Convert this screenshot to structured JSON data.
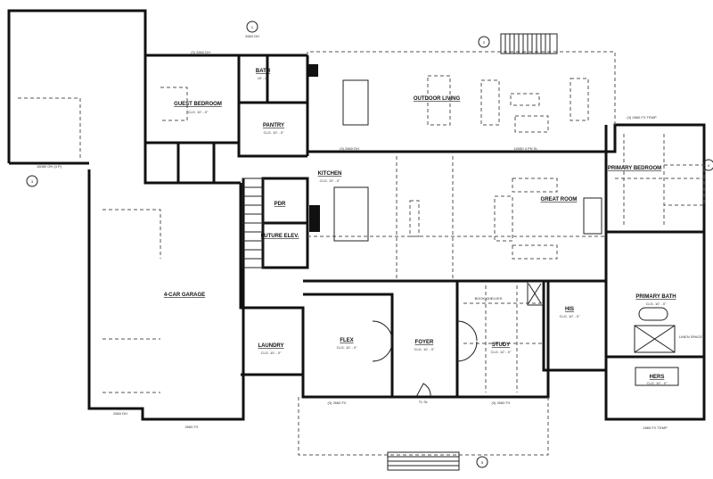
{
  "rooms": {
    "guest_bedroom": {
      "label": "GUEST BEDROOM",
      "ceiling": "CLG. 10' - 0\""
    },
    "bath": {
      "label": "BATH",
      "ceiling": "10' - 0\""
    },
    "pantry": {
      "label": "PANTRY",
      "ceiling": "CLG. 10' - 0\""
    },
    "kitchen": {
      "label": "KITCHEN",
      "ceiling": "CLG. 10' - 0\""
    },
    "outdoor_living": {
      "label": "OUTDOOR LIVING"
    },
    "great_room": {
      "label": "GREAT ROOM"
    },
    "primary_bedroom": {
      "label": "PRIMARY BEDROOM"
    },
    "powder": {
      "label": "PDR"
    },
    "future_elev": {
      "label": "FUTURE ELEV."
    },
    "garage": {
      "label": "4-CAR GARAGE"
    },
    "laundry": {
      "label": "LAUNDRY",
      "ceiling": "CLG. 10' - 0\""
    },
    "flex": {
      "label": "FLEX",
      "ceiling": "CLG. 10' - 0\""
    },
    "foyer": {
      "label": "FOYER",
      "ceiling": "CLG. 10' - 0\""
    },
    "study": {
      "label": "STUDY",
      "ceiling": "CLG. 10' - 0\""
    },
    "wic": {
      "label": "HIS",
      "ceiling": "CLG. 10' - 0\""
    },
    "primary_bath": {
      "label": "PRIMARY BATH",
      "ceiling": "CLG. 10' - 0\""
    },
    "hers": {
      "label": "HERS",
      "ceiling": "CLG. 10' - 0\""
    }
  },
  "annotations": {
    "book_shelves": "BOOK SHELVES",
    "linen_space": "LINEN SPACE",
    "sliding_door": "16080 4 PN SL",
    "garage_door_top": "16080 OH (4 P)",
    "garage_window_bottom": "2660 DH",
    "garage_door_front": "2660 FX",
    "front_windows_left": "(3) 2660 FX",
    "front_windows_right": "(3) 2660 FX",
    "entry": "TL SL",
    "primary_windows": "(4) 2660 FX TEMP",
    "bath_window": "2660 FX TEMP",
    "guest_windows": "(3) 2660 DH",
    "pantry_door": "2660 DH",
    "kitchen_window": "(3) 2660 DH"
  },
  "section_markers": [
    "1",
    "2",
    "3",
    "4",
    "5"
  ]
}
